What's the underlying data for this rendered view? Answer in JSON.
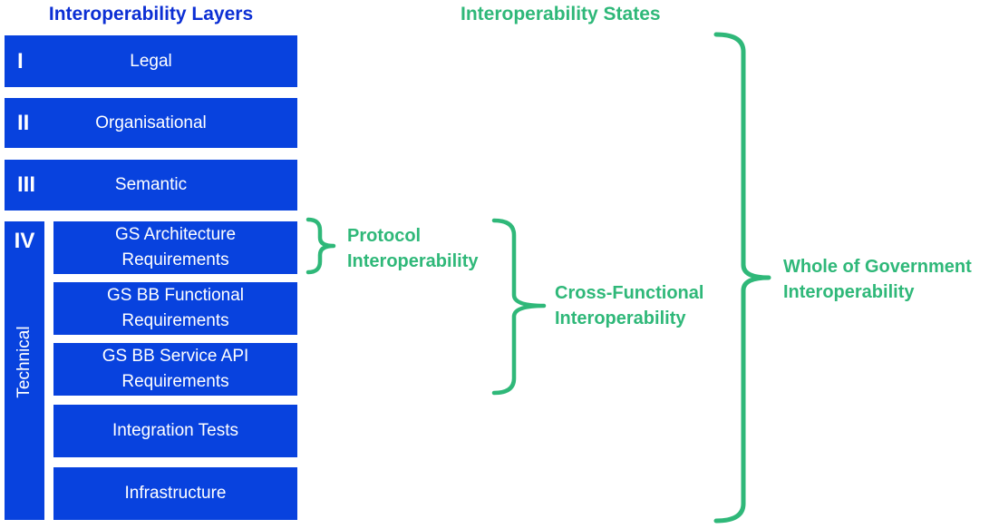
{
  "headings": {
    "left": "Interoperability Layers",
    "right": "Interoperability States"
  },
  "layers": [
    {
      "numeral": "I",
      "label": "Legal"
    },
    {
      "numeral": "II",
      "label": "Organisational"
    },
    {
      "numeral": "III",
      "label": "Semantic"
    }
  ],
  "layer4": {
    "numeral": "IV",
    "side_label": "Technical",
    "boxes": [
      "GS Architecture\nRequirements",
      "GS BB Functional\nRequirements",
      "GS BB Service API\nRequirements",
      "Integration Tests",
      "Infrastructure"
    ]
  },
  "states": {
    "protocol": "Protocol\nInteroperability",
    "cross_functional": "Cross-Functional\nInteroperability",
    "whole_of_government": "Whole of Government\nInteroperability"
  },
  "colors": {
    "box_blue": "#0842de",
    "heading_blue": "#0c2fd4",
    "green": "#2fb879",
    "box_text": "#ffffff"
  }
}
